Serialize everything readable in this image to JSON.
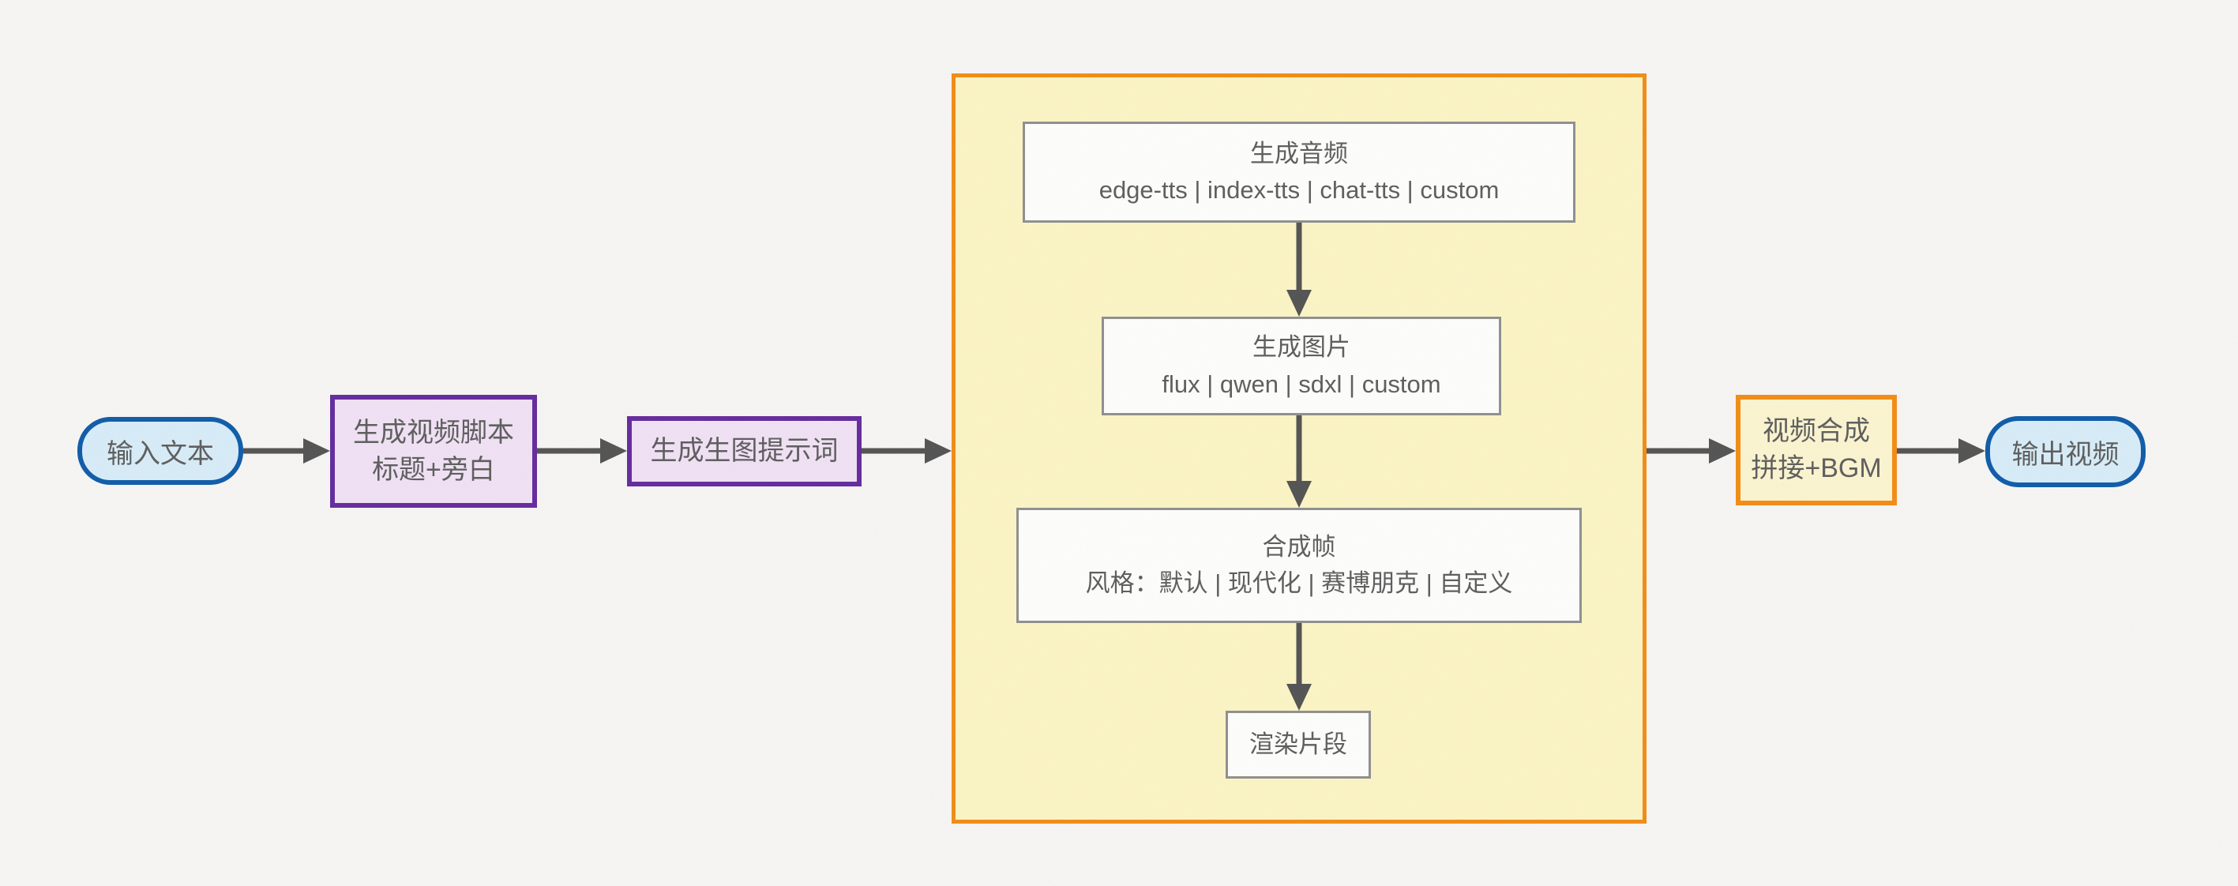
{
  "diagram": {
    "type": "flowchart",
    "direction": "left-to-right",
    "nodes": {
      "input": {
        "shape": "stadium",
        "label": "输入文本"
      },
      "script": {
        "shape": "rect",
        "title": "生成视频脚本",
        "subtitle": "标题+旁白"
      },
      "prompt": {
        "shape": "rect",
        "label": "生成生图提示词"
      },
      "clip_group": {
        "shape": "subgraph",
        "label": ""
      },
      "audio": {
        "shape": "rect",
        "title": "生成音频",
        "options": "edge-tts | index-tts | chat-tts | custom"
      },
      "image": {
        "shape": "rect",
        "title": "生成图片",
        "options": "flux | qwen | sdxl | custom"
      },
      "frame": {
        "shape": "rect",
        "title": "合成帧",
        "options": "风格：默认 | 现代化 | 赛博朋克 | 自定义"
      },
      "render": {
        "shape": "rect",
        "label": "渲染片段"
      },
      "compose": {
        "shape": "rect",
        "title": "视频合成",
        "subtitle": "拼接+BGM"
      },
      "output": {
        "shape": "stadium",
        "label": "输出视频"
      }
    },
    "edges": [
      {
        "from": "input",
        "to": "script"
      },
      {
        "from": "script",
        "to": "prompt"
      },
      {
        "from": "prompt",
        "to": "clip_group"
      },
      {
        "from": "audio",
        "to": "image"
      },
      {
        "from": "image",
        "to": "frame"
      },
      {
        "from": "frame",
        "to": "render"
      },
      {
        "from": "clip_group",
        "to": "compose"
      },
      {
        "from": "compose",
        "to": "output"
      }
    ],
    "colors": {
      "background": "#f6f5f3",
      "arrow": "#535353",
      "text": "#5d5d5d",
      "input_fill": "#d7ecf8",
      "input_border": "#0f5ba8",
      "process_fill": "#f0e1f4",
      "process_border": "#642a9e",
      "group_fill": "#fbf4c4",
      "group_border": "#f28c15",
      "step_fill": "#fdfdfc",
      "step_border": "#8f8f8f",
      "compose_fill": "#fbf4cf"
    }
  }
}
